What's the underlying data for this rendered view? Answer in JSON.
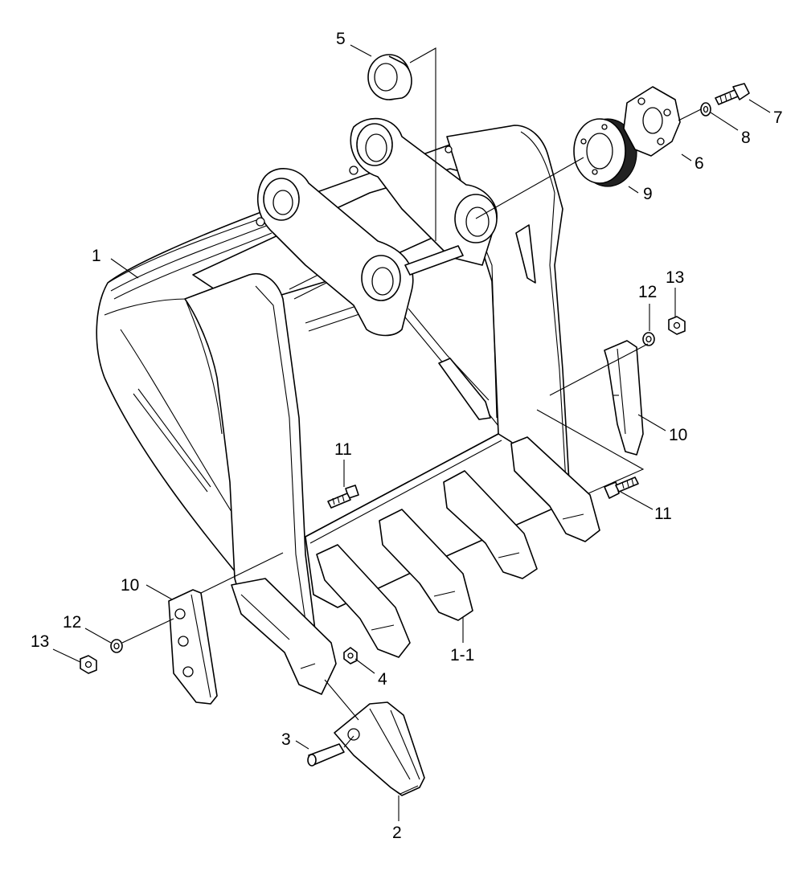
{
  "callouts": {
    "c1": "1",
    "c1_1": "1-1",
    "c2": "2",
    "c3": "3",
    "c4": "4",
    "c5": "5",
    "c6": "6",
    "c7": "7",
    "c8": "8",
    "c9": "9",
    "c10_right": "10",
    "c10_left": "10",
    "c11_center": "11",
    "c11_right": "11",
    "c12_right": "12",
    "c12_left": "12",
    "c13_right": "13",
    "c13_left": "13"
  }
}
